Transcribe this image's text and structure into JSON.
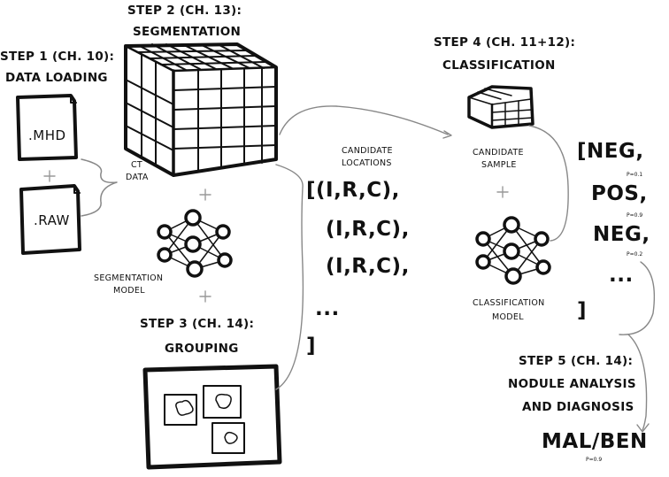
{
  "steps": {
    "step1": {
      "title": "STEP 1 (CH. 10):",
      "subtitle": "DATA LOADING"
    },
    "step2": {
      "title": "STEP 2 (CH. 13):",
      "subtitle": "SEGMENTATION"
    },
    "step3": {
      "title": "STEP 3 (CH. 14):",
      "subtitle": "GROUPING"
    },
    "step4": {
      "title": "STEP 4 (CH. 11+12):",
      "subtitle": "CLASSIFICATION"
    },
    "step5": {
      "title": "STEP 5 (CH. 14):",
      "line2": "NODULE ANALYSIS",
      "line3": "AND DIAGNOSIS"
    }
  },
  "files": {
    "mhd": ".MHD",
    "raw": ".RAW",
    "plus": "+"
  },
  "labels": {
    "ct_data_1": "CT",
    "ct_data_2": "DATA",
    "seg_model_1": "SEGMENTATION",
    "seg_model_2": "MODEL",
    "cand_loc_1": "CANDIDATE",
    "cand_loc_2": "LOCATIONS",
    "cand_sample_1": "CANDIDATE",
    "cand_sample_2": "SAMPLE",
    "class_model_1": "CLASSIFICATION",
    "class_model_2": "MODEL"
  },
  "candidates": {
    "row1": "[(I,R,C),",
    "row2": "(I,R,C),",
    "row3": "(I,R,C),",
    "ellipsis": "...",
    "close": "]"
  },
  "predictions": {
    "row1": "[NEG,",
    "p1": "P=0.1",
    "row2": "POS,",
    "p2": "P=0.9",
    "row3": "NEG,",
    "p3": "P=0.2",
    "ellipsis": "...",
    "close": "]"
  },
  "diagnosis": {
    "result": "MAL/BEN",
    "p": "P=0.9"
  }
}
